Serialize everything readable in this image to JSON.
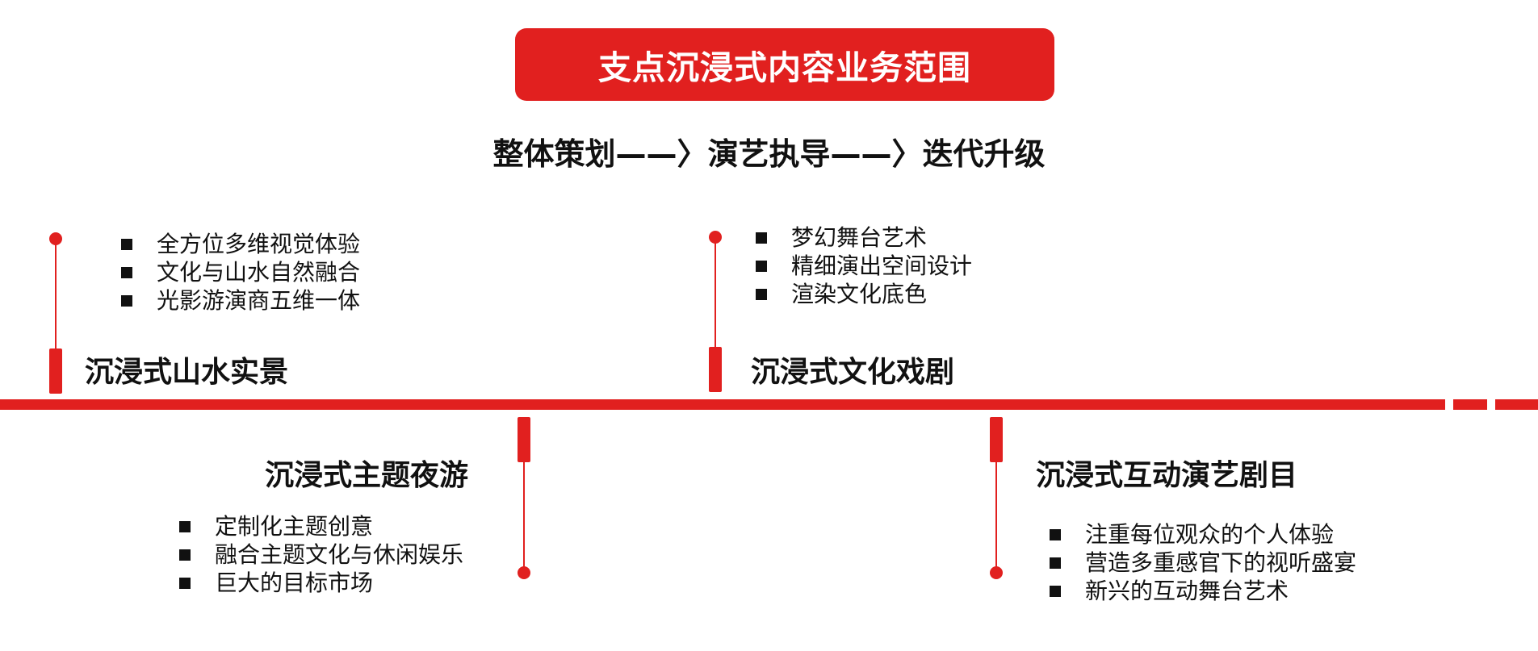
{
  "title": "支点沉浸式内容业务范围",
  "process": "整体策划——〉演艺执导——〉迭代升级",
  "sections": {
    "shanshui": {
      "title": "沉浸式山水实景",
      "items": [
        "全方位多维视觉体验",
        "文化与山水自然融合",
        "光影游演商五维一体"
      ]
    },
    "wenhua": {
      "title": "沉浸式文化戏剧",
      "items": [
        "梦幻舞台艺术",
        "精细演出空间设计",
        "渲染文化底色"
      ]
    },
    "yeyou": {
      "title": "沉浸式主题夜游",
      "items": [
        "定制化主题创意",
        "融合主题文化与休闲娱乐",
        "巨大的目标市场"
      ]
    },
    "hudong": {
      "title": "沉浸式互动演艺剧目",
      "items": [
        "注重每位观众的个人体验",
        "营造多重感官下的视听盛宴",
        "新兴的互动舞台艺术"
      ]
    }
  },
  "colors": {
    "accent": "#e1201f",
    "text": "#111111",
    "background": "#ffffff"
  }
}
